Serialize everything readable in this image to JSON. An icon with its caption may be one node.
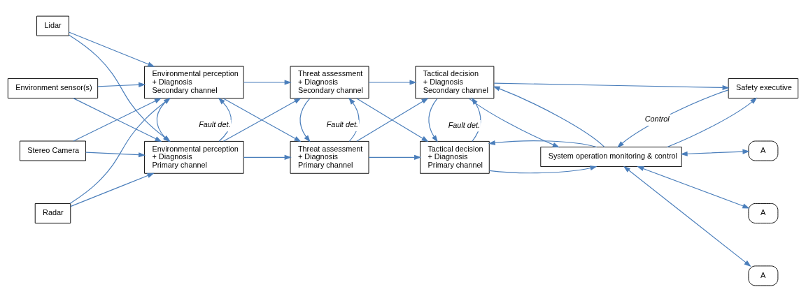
{
  "diagram": {
    "nodes": [
      {
        "text": [
          "Stereo Camera"
        ]
      },
      {
        "text": [
          "Radar"
        ]
      },
      {
        "text": [
          "Lidar"
        ]
      },
      {
        "text": [
          "Environment sensor(s)"
        ]
      },
      {
        "text": [
          "Environmental perception",
          "+ Diagnosis",
          "Primary channel"
        ]
      },
      {
        "text": [
          "Environmental perception",
          "+ Diagnosis",
          "Secondary channel"
        ]
      },
      {
        "text": [
          "Threat assessment",
          "+ Diagnosis",
          "Primary channel"
        ]
      },
      {
        "text": [
          "Threat assessment",
          "+ Diagnosis",
          "Secondary channel"
        ]
      },
      {
        "text": [
          "Tactical decision",
          "+ Diagnosis",
          "Primary channel"
        ]
      },
      {
        "text": [
          "Tactical decision",
          "+ Diagnosis",
          "Secondary channel"
        ]
      },
      {
        "text": [
          "System operation monitoring & control"
        ]
      },
      {
        "text": [
          "A"
        ]
      },
      {
        "text": [
          "A"
        ]
      },
      {
        "text": [
          "A"
        ]
      },
      {
        "text": [
          "Safety executive"
        ]
      }
    ],
    "edges": [
      {
        "from": 0,
        "to": 4,
        "arrow": "to"
      },
      {
        "from": 0,
        "to": 5,
        "arrow": "to"
      },
      {
        "from": 1,
        "to": 4,
        "arrow": "to"
      },
      {
        "from": 1,
        "to": 5,
        "arrow": "to"
      },
      {
        "from": 2,
        "to": 4,
        "arrow": "to"
      },
      {
        "from": 2,
        "to": 5,
        "arrow": "to"
      },
      {
        "from": 3,
        "to": 4,
        "arrow": "to"
      },
      {
        "from": 3,
        "to": 5,
        "arrow": "to"
      },
      {
        "from": 4,
        "to": 5,
        "arrow": "to",
        "label": "Fault det."
      },
      {
        "from": 5,
        "to": 4,
        "arrow": "to"
      },
      {
        "from": 4,
        "to": 6,
        "arrow": "to"
      },
      {
        "from": 4,
        "to": 7,
        "arrow": "to"
      },
      {
        "from": 5,
        "to": 6,
        "arrow": "to"
      },
      {
        "from": 5,
        "to": 7,
        "arrow": "to"
      },
      {
        "from": 6,
        "to": 7,
        "arrow": "to",
        "label": "Fault det."
      },
      {
        "from": 7,
        "to": 6,
        "arrow": "to"
      },
      {
        "from": 6,
        "to": 8,
        "arrow": "to"
      },
      {
        "from": 6,
        "to": 9,
        "arrow": "to"
      },
      {
        "from": 7,
        "to": 8,
        "arrow": "to"
      },
      {
        "from": 7,
        "to": 9,
        "arrow": "to"
      },
      {
        "from": 8,
        "to": 9,
        "arrow": "to",
        "label": "Fault det."
      },
      {
        "from": 9,
        "to": 8,
        "arrow": "to"
      },
      {
        "from": 10,
        "to": 8,
        "arrow": "to"
      },
      {
        "from": 8,
        "to": 10,
        "arrow": "to"
      },
      {
        "from": 9,
        "to": 10,
        "arrow": "to"
      },
      {
        "from": 10,
        "to": 9,
        "arrow": "to"
      },
      {
        "from": 10,
        "to": 11,
        "arrow": "both"
      },
      {
        "from": 10,
        "to": 12,
        "arrow": "both"
      },
      {
        "from": 10,
        "to": 13,
        "arrow": "both"
      },
      {
        "from": 9,
        "to": 14,
        "arrow": "to"
      },
      {
        "from": 10,
        "to": 14,
        "arrow": "to"
      },
      {
        "from": 14,
        "to": 10,
        "arrow": "to",
        "label": "Control"
      }
    ]
  }
}
